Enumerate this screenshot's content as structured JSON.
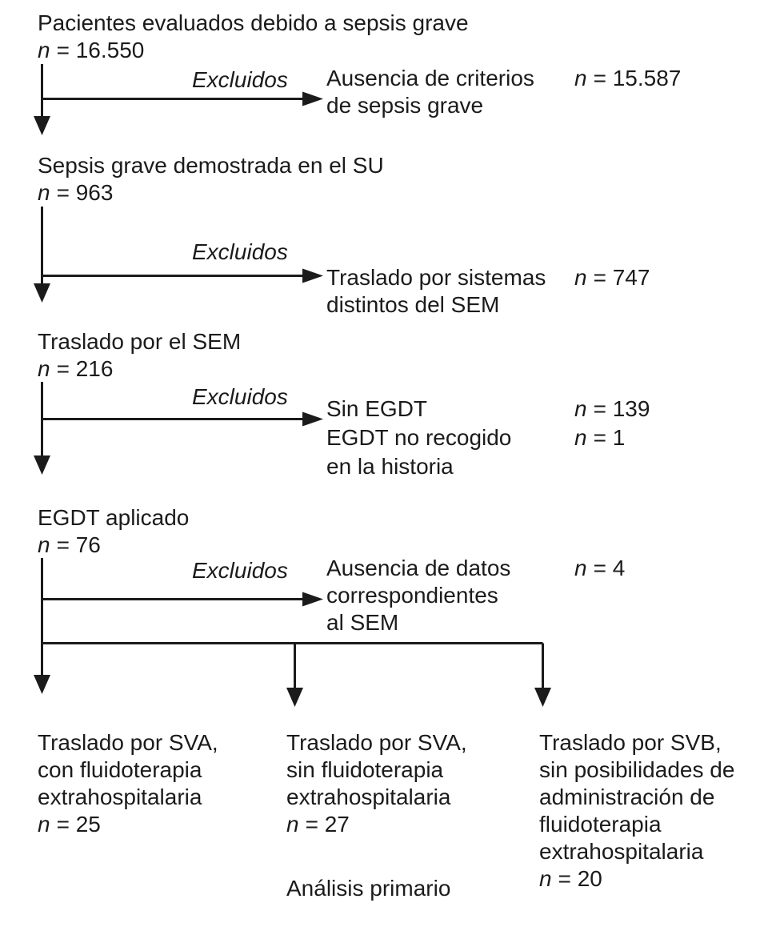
{
  "colors": {
    "ink": "#1b1b1b",
    "background": "#ffffff"
  },
  "nodes": [
    {
      "label": "Pacientes evaluados debido a sepsis grave",
      "count": {
        "sym": "n",
        "val": "= 16.550"
      }
    },
    {
      "label": "Sepsis grave demostrada en el SU",
      "count": {
        "sym": "n",
        "val": "= 963"
      }
    },
    {
      "label": "Traslado por el SEM",
      "count": {
        "sym": "n",
        "val": "= 216"
      }
    },
    {
      "label": "EGDT aplicado",
      "count": {
        "sym": "n",
        "val": "= 76"
      }
    }
  ],
  "exclusions": [
    {
      "label": "Excluidos",
      "reasons": [
        "Ausencia de criterios",
        "de sepsis grave"
      ],
      "counts": [
        {
          "sym": "n",
          "val": "= 15.587"
        }
      ]
    },
    {
      "label": "Excluidos",
      "reasons": [
        "Traslado por sistemas",
        "distintos del SEM"
      ],
      "counts": [
        {
          "sym": "n",
          "val": "= 747"
        }
      ]
    },
    {
      "label": "Excluidos",
      "reasons": [
        "Sin EGDT",
        "EGDT no recogido",
        "en la historia"
      ],
      "counts": [
        {
          "sym": "n",
          "val": "= 139"
        },
        {
          "sym": "n",
          "val": "= 1"
        }
      ]
    },
    {
      "label": "Excluidos",
      "reasons": [
        "Ausencia de datos",
        "correspondientes",
        "al SEM"
      ],
      "counts": [
        {
          "sym": "n",
          "val": "= 4"
        }
      ]
    }
  ],
  "branches": [
    {
      "lines": [
        "Traslado por SVA,",
        "con fluidoterapia",
        "extrahospitalaria"
      ],
      "count": {
        "sym": "n",
        "val": "= 25"
      }
    },
    {
      "lines": [
        "Traslado por SVA,",
        "sin fluidoterapia",
        "extrahospitalaria"
      ],
      "count": {
        "sym": "n",
        "val": "= 27"
      },
      "note": "Análisis primario"
    },
    {
      "lines": [
        "Traslado por SVB,",
        "sin posibilidades de",
        "administración de",
        "fluidoterapia",
        "extrahospitalaria"
      ],
      "count": {
        "sym": "n",
        "val": "= 20"
      }
    }
  ]
}
